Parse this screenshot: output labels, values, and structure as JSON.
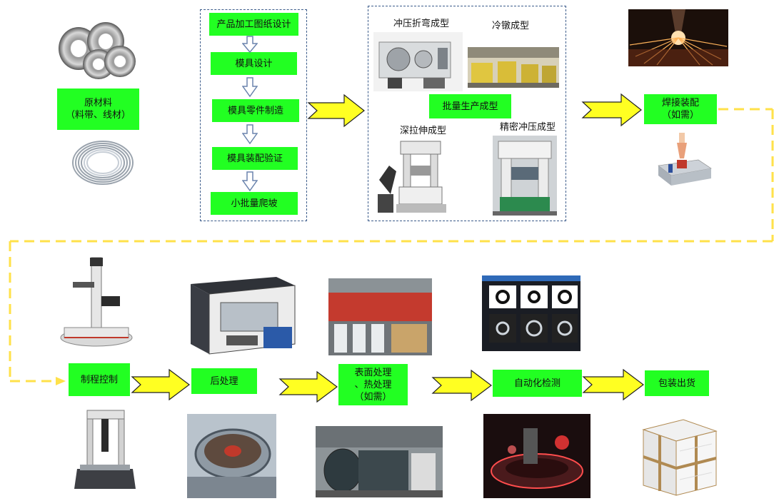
{
  "top_row": {
    "raw_material": "原材料\n（料带、线材）",
    "mold_steps": [
      "产品加工图纸设计",
      "模具设计",
      "模具零件制造",
      "模具装配验证",
      "小批量爬坡"
    ],
    "mass_production": {
      "center_label": "批量生产成型",
      "processes": [
        "冲压折弯成型",
        "冷镦成型",
        "深拉伸成型",
        "精密冲压成型"
      ]
    },
    "welding": "焊接装配\n（如需）"
  },
  "bottom_row": {
    "steps": [
      "制程控制",
      "后处理",
      "表面处理\n、热处理\n（如需）",
      "自动化检测",
      "包装出货"
    ]
  },
  "colors": {
    "step_box": "#22ff22",
    "arrow_fill": "#ffff22",
    "connector_dash": "#ffe14a",
    "frame_dash": "#3b5b8a"
  }
}
